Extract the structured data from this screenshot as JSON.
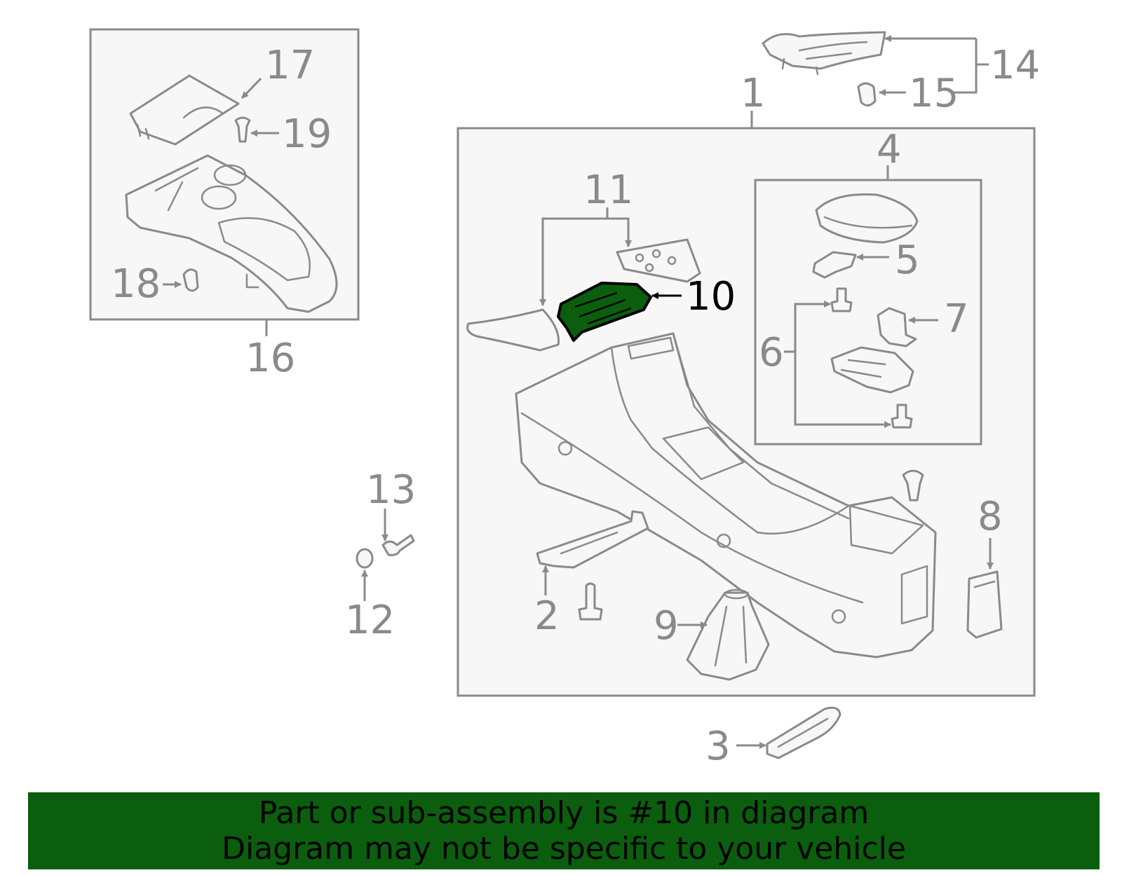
{
  "callouts": {
    "c1": "1",
    "c2": "2",
    "c3": "3",
    "c4": "4",
    "c5": "5",
    "c6": "6",
    "c7": "7",
    "c8": "8",
    "c9": "9",
    "c10": "10",
    "c11": "11",
    "c12": "12",
    "c13": "13",
    "c14": "14",
    "c15": "15",
    "c16": "16",
    "c17": "17",
    "c18": "18",
    "c19": "19"
  },
  "highlight": {
    "part_number": "10",
    "color": "#0b5e0d"
  },
  "footer": {
    "line1": "Part or sub-assembly is #10 in diagram",
    "line2": "Diagram may not be specific to your vehicle"
  }
}
